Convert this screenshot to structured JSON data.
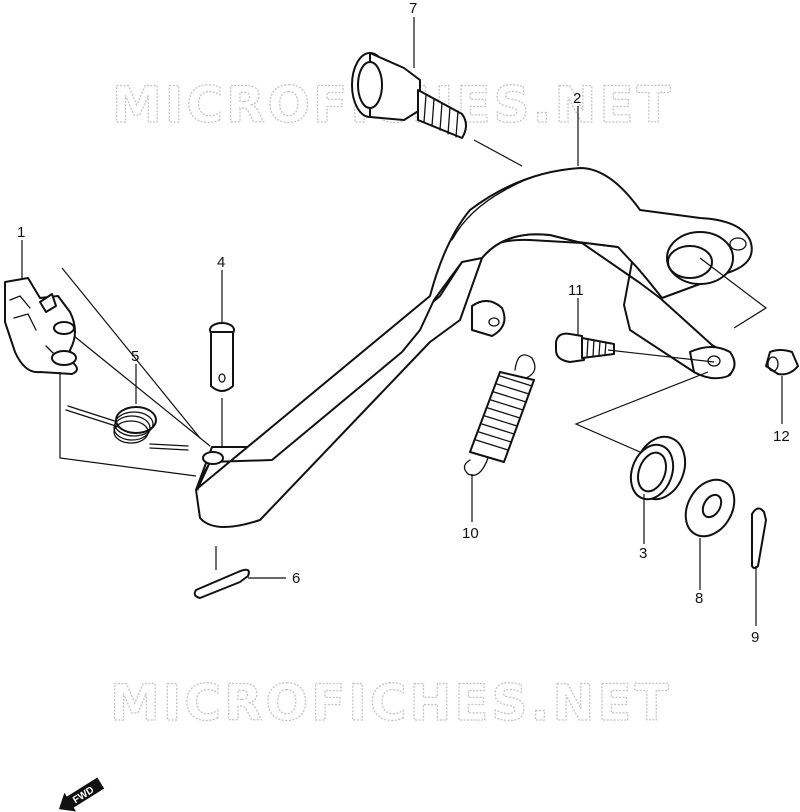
{
  "watermark": {
    "text": "MICROFICHES.NET"
  },
  "callouts": {
    "1": "1",
    "2": "2",
    "3": "3",
    "4": "4",
    "5": "5",
    "6": "6",
    "7": "7",
    "8": "8",
    "9": "9",
    "10": "10",
    "11": "11",
    "12": "12"
  },
  "direction": {
    "label": "FWD"
  }
}
